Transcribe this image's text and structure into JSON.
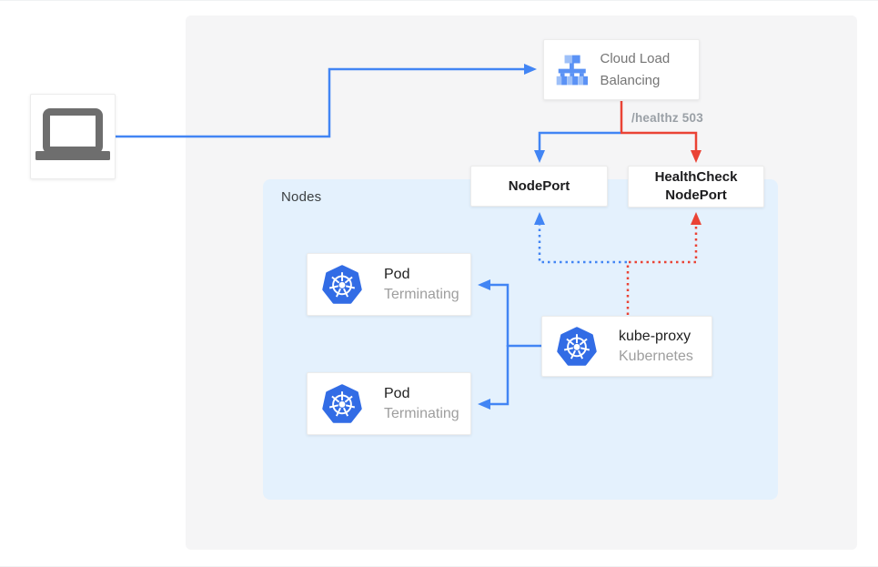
{
  "diagram": {
    "title_hint": "Kubernetes external load balancer health-check flow",
    "client": {
      "icon": "laptop-icon"
    },
    "cloud_load_balancing": {
      "label": "Cloud Load Balancing",
      "icon": "load-balancer-icon"
    },
    "healthz_label": "/healthz 503",
    "nodeport": {
      "label": "NodePort"
    },
    "healthcheck_nodeport": {
      "line1": "HealthCheck",
      "line2": "NodePort"
    },
    "nodes_region": {
      "label": "Nodes"
    },
    "pods": [
      {
        "title": "Pod",
        "subtitle": "Terminating",
        "icon": "kubernetes-icon"
      },
      {
        "title": "Pod",
        "subtitle": "Terminating",
        "icon": "kubernetes-icon"
      }
    ],
    "kube_proxy": {
      "title": "kube-proxy",
      "subtitle": "Kubernetes",
      "icon": "kubernetes-icon"
    },
    "colors": {
      "traffic_blue": "#4285f4",
      "healthcheck_red": "#ea4335",
      "nodes_region_bg": "#e4f1fd",
      "panel_bg": "#f5f5f6",
      "kubernetes_blue": "#326ce5",
      "load_balancer_blue_light": "#9ec0f8",
      "load_balancer_blue_medium": "#5b92f5",
      "laptop_gray": "#6e6e6e",
      "title_text": "#212121",
      "subtitle_text": "#9e9e9e",
      "healthz_label_text": "#9aa0a6"
    }
  }
}
